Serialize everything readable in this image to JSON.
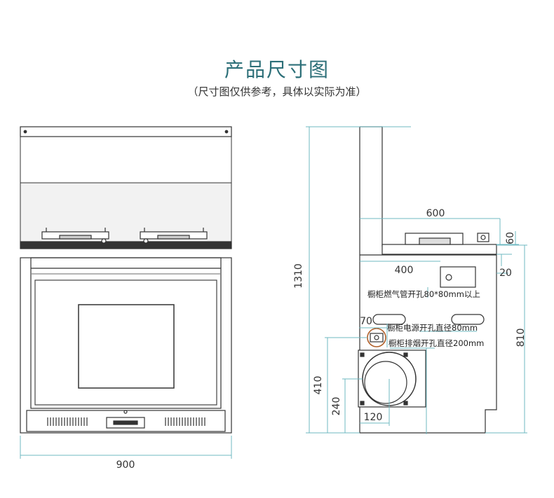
{
  "header": {
    "title": "产品尺寸图",
    "subtitle": "（尺寸图仅供参考，具体以实际为准）"
  },
  "front_view": {
    "width_label": "900"
  },
  "side_view": {
    "total_height_label": "1310",
    "depth_top_label": "600",
    "top_height_label": "60",
    "top_small_label": "20",
    "inner_depth_label": "400",
    "cabinet_height_label": "810",
    "hole_size_label": "70",
    "exhaust_height_label": "410",
    "exhaust_center_label": "240",
    "exhaust_offset_label": "120",
    "note_gas": "橱柜燃气管开孔80*80mm以上",
    "note_power": "橱柜电源开孔直径80mm",
    "note_exhaust": "橱柜排烟开孔直径200mm"
  },
  "colors": {
    "title": "#2c6f78",
    "dimension_line": "#6fb8c2",
    "outline": "#333333",
    "exhaust_highlight": "#b0602a"
  }
}
